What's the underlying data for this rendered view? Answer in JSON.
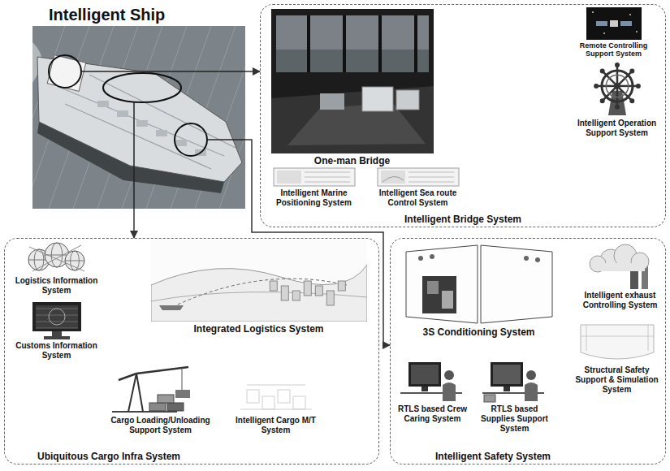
{
  "diagram": {
    "nodes": [
      {
        "text": [
          "Intelligent Ship"
        ]
      },
      {
        "text": [
          "Intelligent Bridge System"
        ]
      },
      {
        "text": [
          "One-man Bridge"
        ],
        "in": 1
      },
      {
        "text": [
          "Remote Controlling Support System"
        ],
        "in": 1
      },
      {
        "text": [
          "Intelligent Operation Support System"
        ],
        "in": 1
      },
      {
        "text": [
          "Intelligent Marine Positioning System"
        ],
        "in": 1
      },
      {
        "text": [
          "Intelligent Sea route Control System"
        ],
        "in": 1
      },
      {
        "text": [
          "Ubiquitous Cargo Infra System"
        ]
      },
      {
        "text": [
          "Logistics Information System"
        ],
        "in": 7
      },
      {
        "text": [
          "Integrated Logistics System"
        ],
        "in": 7
      },
      {
        "text": [
          "Customs Information System"
        ],
        "in": 7
      },
      {
        "text": [
          "Cargo Loading/Unloading Support System"
        ],
        "in": 7
      },
      {
        "text": [
          "Intelligent Cargo M/T System"
        ],
        "in": 7
      },
      {
        "text": [
          "Intelligent Safety System"
        ]
      },
      {
        "text": [
          "3S Conditioning System"
        ],
        "in": 13
      },
      {
        "text": [
          "Intelligent exhaust Controlling System"
        ],
        "in": 13
      },
      {
        "text": [
          "RTLS based Crew Caring System"
        ],
        "in": 13
      },
      {
        "text": [
          "RTLS based Supplies Support System"
        ],
        "in": 13
      },
      {
        "text": [
          "Structural Safety Support & Simulation System"
        ],
        "in": 13
      }
    ],
    "edges": [
      {
        "from": 0,
        "to": 1,
        "arrow": "to"
      },
      {
        "from": 0,
        "to": 7,
        "arrow": "to"
      },
      {
        "from": 0,
        "to": 13,
        "arrow": "to"
      }
    ]
  }
}
